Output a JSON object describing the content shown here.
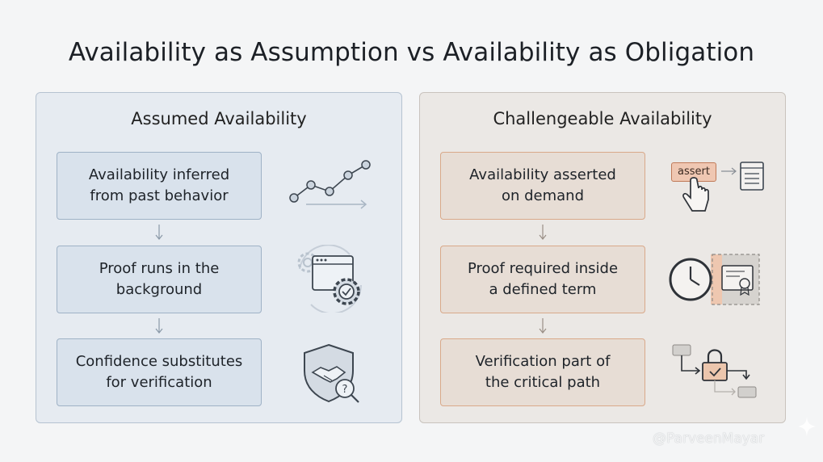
{
  "title": "Availability as Assumption vs Availability as Obligation",
  "left_panel": {
    "title": "Assumed Availability",
    "boxes": [
      "Availability inferred\nfrom past behavior",
      "Proof runs in the\nbackground",
      "Confidence substitutes\nfor verification"
    ],
    "icons": [
      "trend-line-icon",
      "background-gears-window-icon",
      "shield-handshake-question-icon"
    ]
  },
  "right_panel": {
    "title": "Challengeable Availability",
    "boxes": [
      "Availability asserted\non demand",
      "Proof required inside\na defined term",
      "Verification part of\nthe critical path"
    ],
    "assert_label": "assert",
    "icons": [
      "assert-button-click-icon",
      "clock-certificate-icon",
      "lock-flow-path-icon"
    ]
  },
  "watermark": "@ParveenMayar",
  "colors": {
    "left_fill": "#e6ebf1",
    "left_box": "#d9e2ec",
    "left_border": "#9fb2c6",
    "right_fill": "#ebe8e5",
    "right_box": "#e7ddd5",
    "right_border": "#d9a98a",
    "accent_orange": "#e9a27c"
  }
}
